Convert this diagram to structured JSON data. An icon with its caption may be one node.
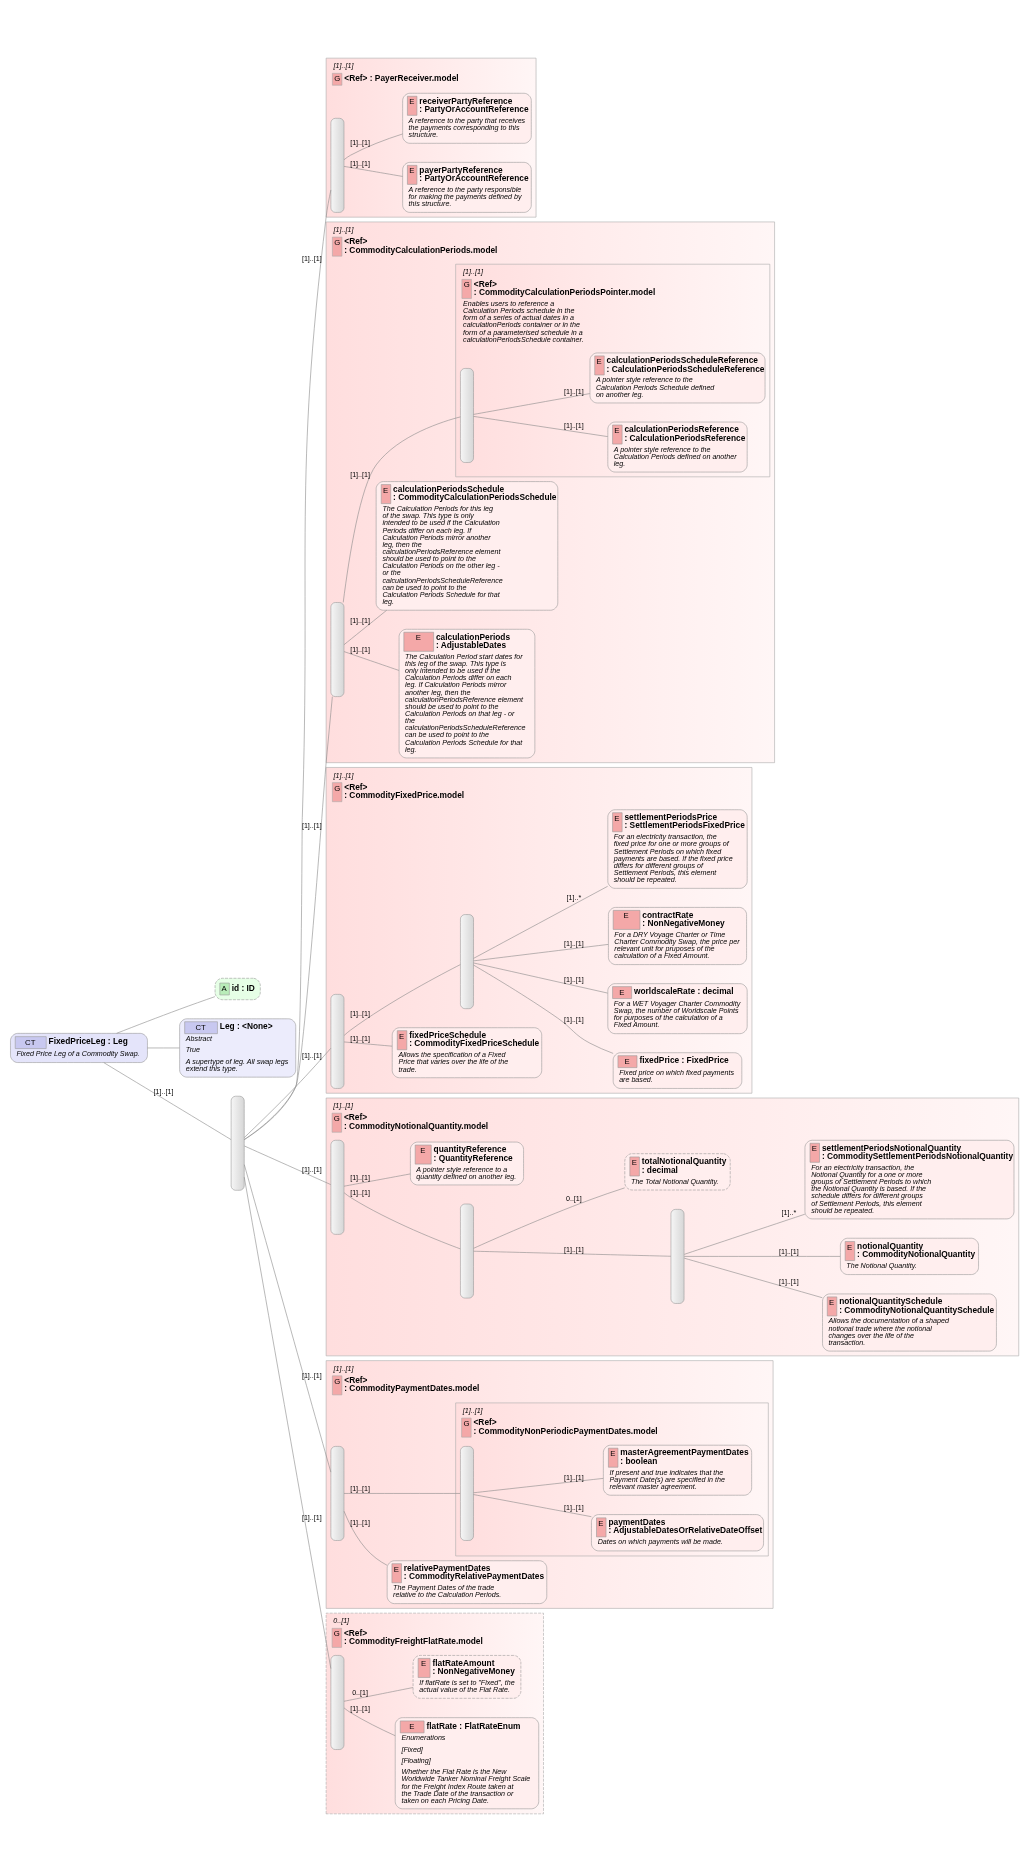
{
  "diagram": {
    "nodes": [
      {
        "text": [
          "CT",
          "FixedPriceLeg : Leg",
          "Fixed Price Leg of a Commodity Swap."
        ]
      },
      {
        "text": [
          "A",
          "id : ID"
        ]
      },
      {
        "text": [
          "CT",
          "Leg : <None>",
          "Abstract",
          "True",
          "A supertype of leg. All swap legs extend this type."
        ]
      },
      {
        "text": [],
        "shape": "bar"
      },
      {
        "text": [
          "G",
          "<Ref> : PayerReceiver.model"
        ],
        "beside": [
          "[1]..[1]"
        ]
      },
      {
        "text": [],
        "shape": "bar",
        "in": 4
      },
      {
        "text": [
          "E",
          "payerPartyReference : PartyOrAccountReference",
          "A reference to the party responsible for making the payments defined by this structure."
        ],
        "in": 4
      },
      {
        "text": [
          "E",
          "receiverPartyReference : PartyOrAccountReference",
          "A reference to the party that receives the payments corresponding to this structure."
        ],
        "in": 4
      },
      {
        "text": [
          "G",
          "<Ref> : CommodityCalculationPeriods.model"
        ],
        "beside": [
          "[1]..[1]"
        ]
      },
      {
        "text": [],
        "shape": "bar",
        "in": 8
      },
      {
        "text": [
          "E",
          "calculationPeriods : AdjustableDates",
          "The Calculation Period start dates for this leg of the swap. This type is only intended to be used if the Calculation Periods differ on each leg. If Calculation Periods mirror another leg, then the calculationPeriodsReference element should be used to point to the Calculation Periods on that leg - or the calculationPeriodsScheduleReference can be used to point to the Calculation Periods Schedule for that leg."
        ],
        "in": 8
      },
      {
        "text": [
          "E",
          "calculationPeriodsSchedule : CommodityCalculationPeriodsSchedule",
          "The Calculation Periods for this leg of the swap. This type is only intended to be used if the Calculation Periods differ on each leg. If Calculation Periods mirror another leg, then the calculationPeriodsReference element should be used to point to the Calculation Periods on the other leg - or the calculationPeriodsScheduleReference can be used to point to the Calculation Periods Schedule for that leg."
        ],
        "in": 8
      },
      {
        "text": [
          "G",
          "<Ref> : CommodityCalculationPeriodsPointer.model",
          "Enables users to reference a Calculation Periods schedule in the form of a series of actual dates in a calculationPeriods container or in the form of a parameterised schedule in a calculationPeriodsSchedule container."
        ],
        "beside": [
          "[1]..[1]"
        ],
        "in": 8
      },
      {
        "text": [],
        "shape": "bar",
        "in": 12
      },
      {
        "text": [
          "E",
          "calculationPeriodsReference : CalculationPeriodsReference",
          "A pointer style reference to the Calculation Periods defined on another leg."
        ],
        "in": 12
      },
      {
        "text": [
          "E",
          "calculationPeriodsScheduleReference : CalculationPeriodsScheduleReference",
          "A pointer style reference to the Calculation Periods Schedule defined on another leg."
        ],
        "in": 12
      },
      {
        "text": [
          "G",
          "<Ref> : CommodityFixedPrice.model"
        ],
        "beside": [
          "[1]..[1]"
        ]
      },
      {
        "text": [],
        "shape": "bar",
        "in": 16
      },
      {
        "text": [
          "E",
          "fixedPriceSchedule : CommodityFixedPriceSchedule",
          "Allows the specification of a Fixed Price that varies over the life of the trade."
        ],
        "in": 16
      },
      {
        "text": [],
        "shape": "bar",
        "in": 16
      },
      {
        "text": [
          "E",
          "fixedPrice : FixedPrice",
          "Fixed price on which fixed payments are based."
        ],
        "in": 16
      },
      {
        "text": [
          "E",
          "worldscaleRate : decimal",
          "For a WET Voyager Charter Commodity Swap, the number of Worldscale Points for purposes of the calculation of a Fixed Amount."
        ],
        "in": 16
      },
      {
        "text": [
          "E",
          "contractRate : NonNegativeMoney",
          "For a DRY Voyage Charter or Time Charter Commodity Swap, the price per relevant unit for pruposes of the calculation of a Fixed Amount."
        ],
        "in": 16
      },
      {
        "text": [
          "E",
          "settlementPeriodsPrice : SettlementPeriodsFixedPrice",
          "For an electricity transaction, the fixed price for one or more groups of Settlement Periods on which fixed payments are based. If the fixed price differs for different groups of Settlement Periods, this element should be repeated."
        ],
        "in": 16
      },
      {
        "text": [
          "G",
          "<Ref> : CommodityNotionalQuantity.model"
        ],
        "beside": [
          "[1]..[1]"
        ]
      },
      {
        "text": [],
        "shape": "bar",
        "in": 24
      },
      {
        "text": [],
        "shape": "bar",
        "in": 24
      },
      {
        "text": [],
        "shape": "bar",
        "in": 24
      },
      {
        "text": [
          "E",
          "notionalQuantitySchedule : CommodityNotionalQuantitySchedule",
          "Allows the documentation of a shaped notional trade where the notional changes over the life of the transaction."
        ],
        "in": 24
      },
      {
        "text": [
          "E",
          "notionalQuantity : CommodityNotionalQuantity",
          "The Notional Quantity."
        ],
        "in": 24
      },
      {
        "text": [
          "E",
          "settlementPeriodsNotionalQuantity : CommoditySettlementPeriodsNotionalQuantity",
          "For an electricity transaction, the Notional Quantity for a one or more groups of Settlement Periods to which the Notional Quantity is based. If the schedule differs for different groups of Settlement Periods, this element should be repeated."
        ],
        "in": 24
      },
      {
        "text": [
          "E",
          "totalNotionalQuantity : decimal",
          "The Total Notional Quantity."
        ],
        "in": 24
      },
      {
        "text": [
          "E",
          "quantityReference : QuantityReference",
          "A pointer style reference to a quantity defined on another leg."
        ],
        "in": 24
      },
      {
        "text": [
          "G",
          "<Ref> : CommodityPaymentDates.model"
        ],
        "beside": [
          "[1]..[1]"
        ]
      },
      {
        "text": [],
        "shape": "bar",
        "in": 33
      },
      {
        "text": [
          "E",
          "relativePaymentDates : CommodityRelativePaymentDates",
          "The Payment Dates of the trade relative to the Calculation Periods."
        ],
        "in": 33
      },
      {
        "text": [
          "G",
          "<Ref> : CommodityNonPeriodicPaymentDates.model"
        ],
        "beside": [
          "[1]..[1]"
        ],
        "in": 33
      },
      {
        "text": [],
        "shape": "bar",
        "in": 36
      },
      {
        "text": [
          "E",
          "paymentDates : AdjustableDatesOrRelativeDateOffset",
          "Dates on which payments will be made."
        ],
        "in": 36
      },
      {
        "text": [
          "E",
          "masterAgreementPaymentDates : boolean",
          "If present and true indicates that the Payment Date(s) are specified in the relevant master agreement."
        ],
        "in": 36
      },
      {
        "text": [
          "G",
          "<Ref> : CommodityFreightFlatRate.model"
        ],
        "beside": [
          "0..[1]"
        ]
      },
      {
        "text": [],
        "shape": "bar",
        "in": 40
      },
      {
        "text": [
          "E",
          "flatRate : FlatRateEnum",
          "Enumerations",
          "[Fixed]",
          "[Floating]",
          "Whether the Flat Rate is the New Worldwide Tanker Nominal Freight Scale for the Freight Index Route taken at the Trade Date of the transaction or taken on each Pricing Date."
        ],
        "in": 40
      },
      {
        "text": [
          "E",
          "flatRateAmount : NonNegativeMoney",
          "If flatRate is set to \"Fixed\", the actual value of the Flat Rate."
        ],
        "in": 40
      }
    ],
    "edges": [
      {
        "from": 0,
        "to": 1,
        "arrow": "none"
      },
      {
        "from": 0,
        "to": 2,
        "arrow": "none"
      },
      {
        "from": 0,
        "to": 3,
        "arrow": "none",
        "label": "[1]..[1]"
      },
      {
        "from": 3,
        "to": 5,
        "arrow": "none",
        "label": "[1]..[1]"
      },
      {
        "from": 5,
        "to": 6,
        "arrow": "none",
        "label": "[1]..[1]"
      },
      {
        "from": 5,
        "to": 7,
        "arrow": "none",
        "label": "[1]..[1]"
      },
      {
        "from": 3,
        "to": 9,
        "arrow": "none",
        "label": "[1]..[1]"
      },
      {
        "from": 9,
        "to": 10,
        "arrow": "none",
        "label": "[1]..[1]"
      },
      {
        "from": 9,
        "to": 11,
        "arrow": "none",
        "label": "[1]..[1]"
      },
      {
        "from": 9,
        "to": 13,
        "arrow": "none",
        "label": "[1]..[1]"
      },
      {
        "from": 13,
        "to": 14,
        "arrow": "none",
        "label": "[1]..[1]"
      },
      {
        "from": 13,
        "to": 15,
        "arrow": "none",
        "label": "[1]..[1]"
      },
      {
        "from": 3,
        "to": 17,
        "arrow": "none",
        "label": "[1]..[1]"
      },
      {
        "from": 17,
        "to": 18,
        "arrow": "none",
        "label": "[1]..[1]"
      },
      {
        "from": 17,
        "to": 19,
        "arrow": "none",
        "label": "[1]..[1]"
      },
      {
        "from": 19,
        "to": 20,
        "arrow": "none",
        "label": "[1]..[1]"
      },
      {
        "from": 19,
        "to": 21,
        "arrow": "none",
        "label": "[1]..[1]"
      },
      {
        "from": 19,
        "to": 22,
        "arrow": "none",
        "label": "[1]..[1]"
      },
      {
        "from": 19,
        "to": 23,
        "arrow": "none",
        "label": "[1]..*"
      },
      {
        "from": 3,
        "to": 25,
        "arrow": "none",
        "label": "[1]..[1]"
      },
      {
        "from": 25,
        "to": 26,
        "arrow": "none",
        "label": "[1]..[1]"
      },
      {
        "from": 26,
        "to": 27,
        "arrow": "none",
        "label": "[1]..[1]"
      },
      {
        "from": 27,
        "to": 28,
        "arrow": "none",
        "label": "[1]..[1]"
      },
      {
        "from": 27,
        "to": 29,
        "arrow": "none",
        "label": "[1]..[1]"
      },
      {
        "from": 27,
        "to": 30,
        "arrow": "none",
        "label": "[1]..*"
      },
      {
        "from": 26,
        "to": 31,
        "arrow": "none",
        "label": "0..[1]"
      },
      {
        "from": 25,
        "to": 32,
        "arrow": "none",
        "label": "[1]..[1]"
      },
      {
        "from": 3,
        "to": 34,
        "arrow": "none",
        "label": "[1]..[1]"
      },
      {
        "from": 34,
        "to": 35,
        "arrow": "none",
        "label": "[1]..[1]"
      },
      {
        "from": 34,
        "to": 37,
        "arrow": "none",
        "label": "[1]..[1]"
      },
      {
        "from": 37,
        "to": 38,
        "arrow": "none",
        "label": "[1]..[1]"
      },
      {
        "from": 37,
        "to": 39,
        "arrow": "none",
        "label": "[1]..[1]"
      },
      {
        "from": 3,
        "to": 41,
        "arrow": "none",
        "label": "[1]..[1]"
      },
      {
        "from": 41,
        "to": 42,
        "arrow": "none",
        "label": "[1]..[1]"
      },
      {
        "from": 41,
        "to": 43,
        "arrow": "none",
        "label": "0..[1]"
      }
    ]
  }
}
